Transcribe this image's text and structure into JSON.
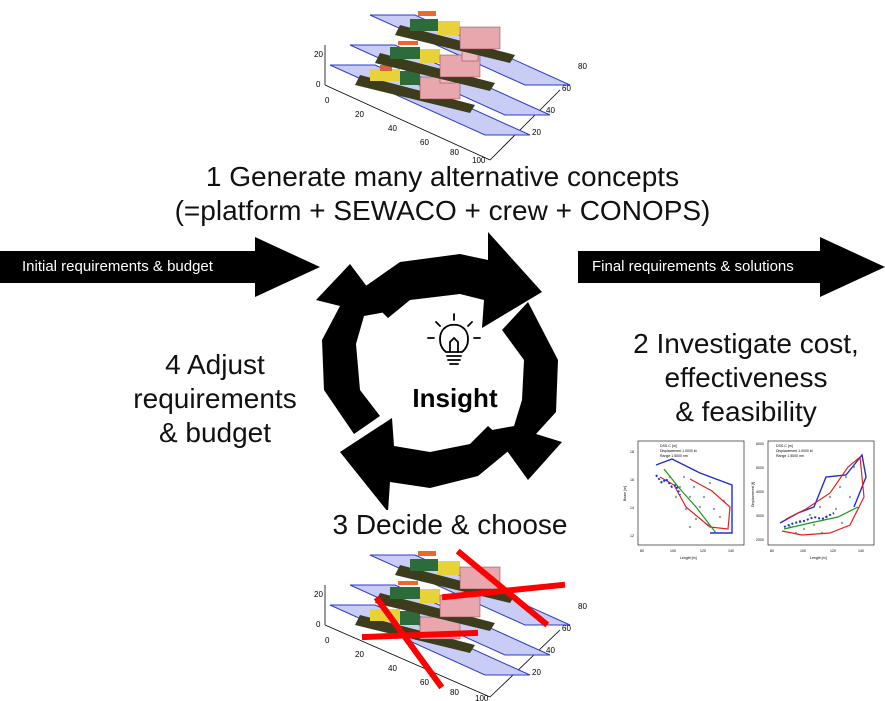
{
  "steps": {
    "step1": {
      "line1": "1 Generate many alternative concepts",
      "line2": "(=platform + SEWACO + crew + CONOPS)"
    },
    "step2": {
      "line1": "2 Investigate cost,",
      "line2": "effectiveness",
      "line3": "& feasibility"
    },
    "step3": {
      "label": "3 Decide & choose"
    },
    "step4": {
      "line1": "4 Adjust",
      "line2": "requirements",
      "line3": "& budget"
    }
  },
  "center": {
    "label": "Insight",
    "icon": "lightbulb-icon"
  },
  "arrows": {
    "input": {
      "label": "Initial requirements & budget",
      "color": "#000000"
    },
    "output": {
      "label": "Final requirements & solutions",
      "color": "#000000"
    }
  },
  "ship_plot": {
    "x_ticks": [
      "0",
      "20",
      "40",
      "60",
      "80",
      "100"
    ],
    "y_ticks": [
      "20",
      "40",
      "60",
      "80"
    ],
    "z_ticks": [
      "0",
      "20"
    ],
    "plane_color": "#c9cdf5",
    "rejected_mark_color": "#ff0000"
  },
  "analysis_plots": {
    "left": {
      "xlabel": "Length [m]",
      "ylabel": "Beam [m]",
      "x_ticks": [
        "80",
        "100",
        "120",
        "140"
      ],
      "y_ticks": [
        "12",
        "14",
        "16",
        "18"
      ],
      "legend": [
        "DSS-C [m]",
        "Displacement 1.0000 kt",
        "Range 1.5000 nm"
      ]
    },
    "right": {
      "xlabel": "Length [m]",
      "ylabel": "Displacement [t]",
      "x_ticks": [
        "80",
        "100",
        "120",
        "140"
      ],
      "y_ticks": [
        "2000",
        "3000",
        "4000",
        "5000",
        "6000"
      ],
      "legend": [
        "DSS-C [m]",
        "Displacement 1.0000 kt",
        "Range 1.5000 nm"
      ]
    },
    "colors": {
      "blue": "#1f2fd6",
      "red": "#e02020",
      "green": "#1a9a1a",
      "grey": "#a0a0a0"
    }
  }
}
